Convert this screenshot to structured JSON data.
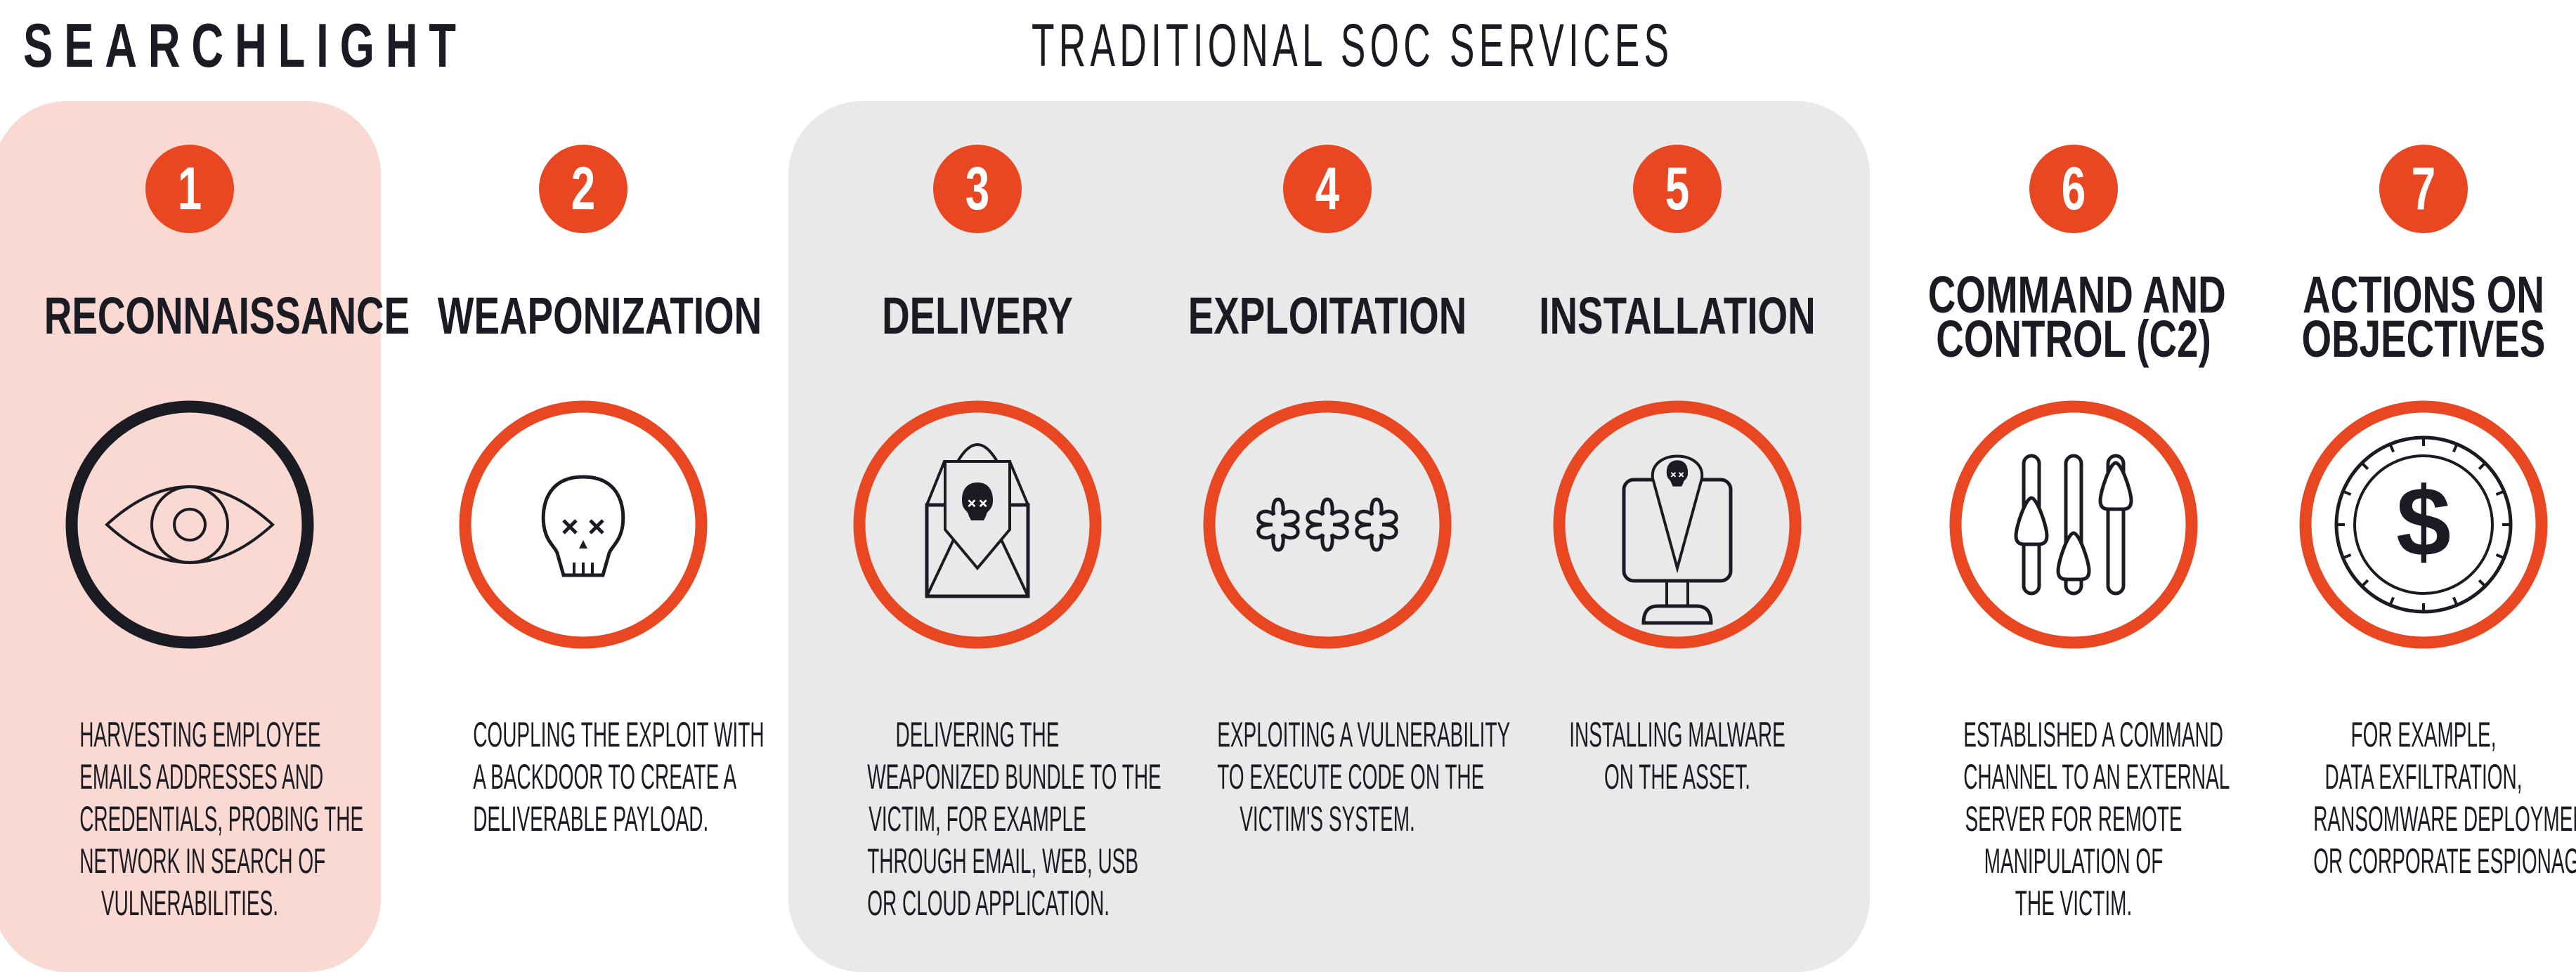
{
  "brand": "SEARCHLIGHT",
  "group_title": "TRADITIONAL SOC SERVICES",
  "colors": {
    "accent": "#e94622",
    "highlight_panel": "#f9d9d1",
    "group_panel": "#e9e9e9",
    "ink": "#1b1b24"
  },
  "stages": [
    {
      "number": "1",
      "title": [
        "RECONNAISSANCE"
      ],
      "icon": "eye-icon",
      "ring_color": "#1b1b24",
      "description": [
        "HARVESTING EMPLOYEE",
        "EMAILS ADDRESSES AND",
        "CREDENTIALS, PROBING THE",
        "NETWORK IN SEARCH OF",
        "VULNERABILITIES."
      ]
    },
    {
      "number": "2",
      "title": [
        "WEAPONIZATION"
      ],
      "icon": "skull-icon",
      "ring_color": "#e94622",
      "description": [
        "COUPLING THE EXPLOIT WITH",
        "A BACKDOOR TO CREATE A",
        "DELIVERABLE PAYLOAD."
      ]
    },
    {
      "number": "3",
      "title": [
        "DELIVERY"
      ],
      "icon": "envelope-skull-icon",
      "ring_color": "#e94622",
      "description": [
        "DELIVERING THE",
        "WEAPONIZED BUNDLE TO THE",
        "VICTIM, FOR EXAMPLE",
        "THROUGH EMAIL, WEB, USB",
        "OR CLOUD APPLICATION."
      ]
    },
    {
      "number": "4",
      "title": [
        "EXPLOITATION"
      ],
      "icon": "password-asterisks-icon",
      "ring_color": "#e94622",
      "description": [
        "EXPLOITING A VULNERABILITY",
        "TO EXECUTE CODE ON THE",
        "VICTIM'S SYSTEM."
      ]
    },
    {
      "number": "5",
      "title": [
        "INSTALLATION"
      ],
      "icon": "monitor-malware-pin-icon",
      "ring_color": "#e94622",
      "description": [
        "INSTALLING MALWARE",
        "ON THE ASSET."
      ]
    },
    {
      "number": "6",
      "title": [
        "COMMAND AND",
        "CONTROL (C2)"
      ],
      "icon": "sliders-icon",
      "ring_color": "#e94622",
      "description": [
        "ESTABLISHED A COMMAND",
        "CHANNEL TO AN EXTERNAL",
        "SERVER FOR REMOTE",
        "MANIPULATION OF",
        "THE VICTIM."
      ]
    },
    {
      "number": "7",
      "title": [
        "ACTIONS ON",
        "OBJECTIVES"
      ],
      "icon": "dollar-coin-icon",
      "ring_color": "#e94622",
      "description": [
        "FOR EXAMPLE,",
        "DATA EXFILTRATION,",
        "RANSOMWARE DEPLOYMENT",
        "OR CORPORATE ESPIONAGE."
      ]
    }
  ]
}
